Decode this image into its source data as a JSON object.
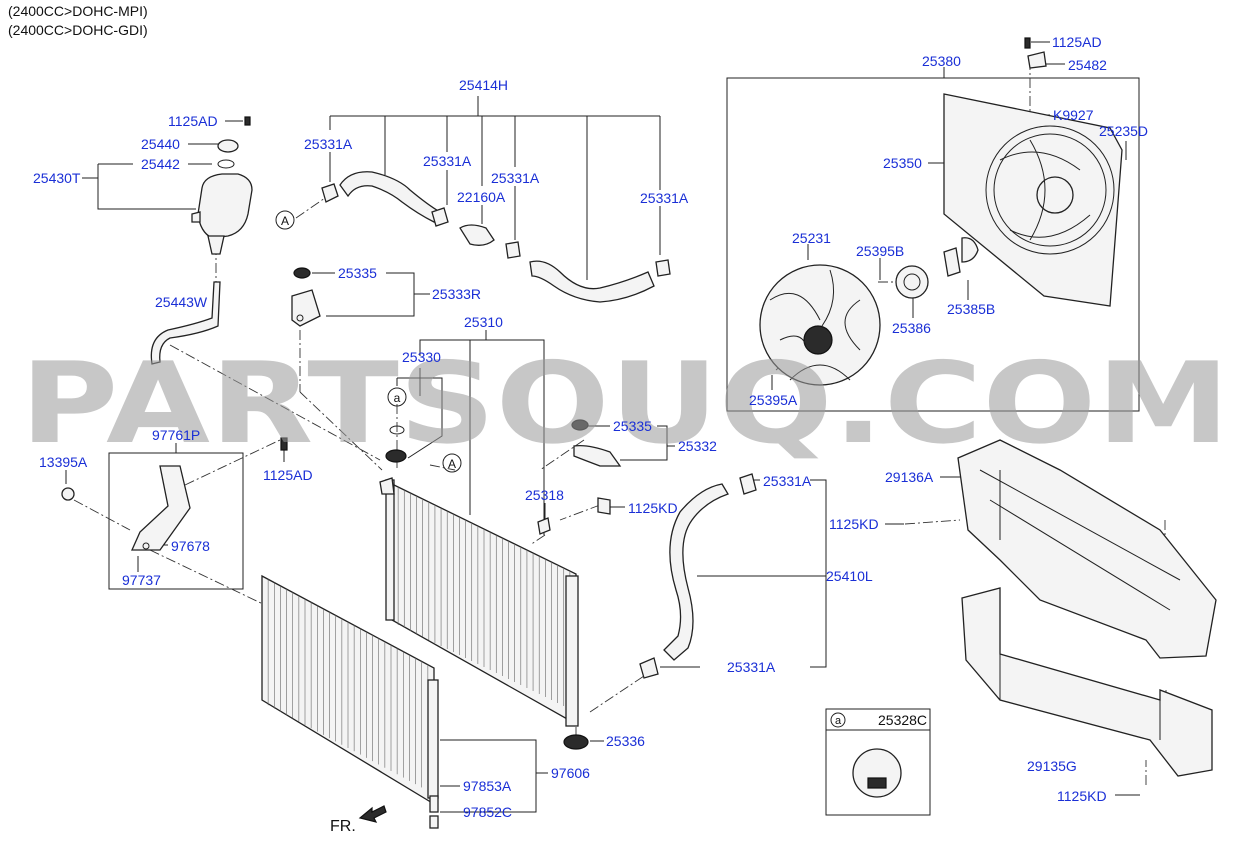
{
  "header": {
    "line1": "(2400CC>DOHC-MPI)",
    "line2": "(2400CC>DOHC-GDI)"
  },
  "watermark": "PARTSOUQ.COM",
  "front_indicator": "FR.",
  "callouts": {
    "a_marker": "a",
    "A_marker": "A"
  },
  "legend_box": {
    "marker": "a",
    "part": "25328C"
  },
  "parts": [
    {
      "id": "p1",
      "label": "1125AD"
    },
    {
      "id": "p2",
      "label": "25440"
    },
    {
      "id": "p3",
      "label": "25442"
    },
    {
      "id": "p4",
      "label": "25430T"
    },
    {
      "id": "p5",
      "label": "25414H"
    },
    {
      "id": "p6",
      "label": "25331A"
    },
    {
      "id": "p7",
      "label": "25331A"
    },
    {
      "id": "p8",
      "label": "25331A"
    },
    {
      "id": "p9",
      "label": "22160A"
    },
    {
      "id": "p10",
      "label": "25331A"
    },
    {
      "id": "p11",
      "label": "25380"
    },
    {
      "id": "p12",
      "label": "1125AD"
    },
    {
      "id": "p13",
      "label": "25482"
    },
    {
      "id": "p14",
      "label": "K9927"
    },
    {
      "id": "p15",
      "label": "25235D"
    },
    {
      "id": "p16",
      "label": "25350"
    },
    {
      "id": "p17",
      "label": "25231"
    },
    {
      "id": "p18",
      "label": "25395B"
    },
    {
      "id": "p19",
      "label": "25385B"
    },
    {
      "id": "p20",
      "label": "25386"
    },
    {
      "id": "p21",
      "label": "25395A"
    },
    {
      "id": "p22",
      "label": "25443W"
    },
    {
      "id": "p23",
      "label": "25335"
    },
    {
      "id": "p24",
      "label": "25333R"
    },
    {
      "id": "p25",
      "label": "25310"
    },
    {
      "id": "p26",
      "label": "25330"
    },
    {
      "id": "p27",
      "label": "25335"
    },
    {
      "id": "p28",
      "label": "25332"
    },
    {
      "id": "p29",
      "label": "97761P"
    },
    {
      "id": "p30",
      "label": "13395A"
    },
    {
      "id": "p31",
      "label": "1125AD"
    },
    {
      "id": "p32",
      "label": "25318"
    },
    {
      "id": "p33",
      "label": "1125KD"
    },
    {
      "id": "p34",
      "label": "25331A"
    },
    {
      "id": "p35",
      "label": "29136A"
    },
    {
      "id": "p36",
      "label": "1125KD"
    },
    {
      "id": "p37",
      "label": "97678"
    },
    {
      "id": "p38",
      "label": "97737"
    },
    {
      "id": "p39",
      "label": "25410L"
    },
    {
      "id": "p40",
      "label": "25331A"
    },
    {
      "id": "p41",
      "label": "25336"
    },
    {
      "id": "p42",
      "label": "97853A"
    },
    {
      "id": "p43",
      "label": "97606"
    },
    {
      "id": "p44",
      "label": "97852C"
    },
    {
      "id": "p45",
      "label": "29135G"
    },
    {
      "id": "p46",
      "label": "1125KD"
    }
  ]
}
